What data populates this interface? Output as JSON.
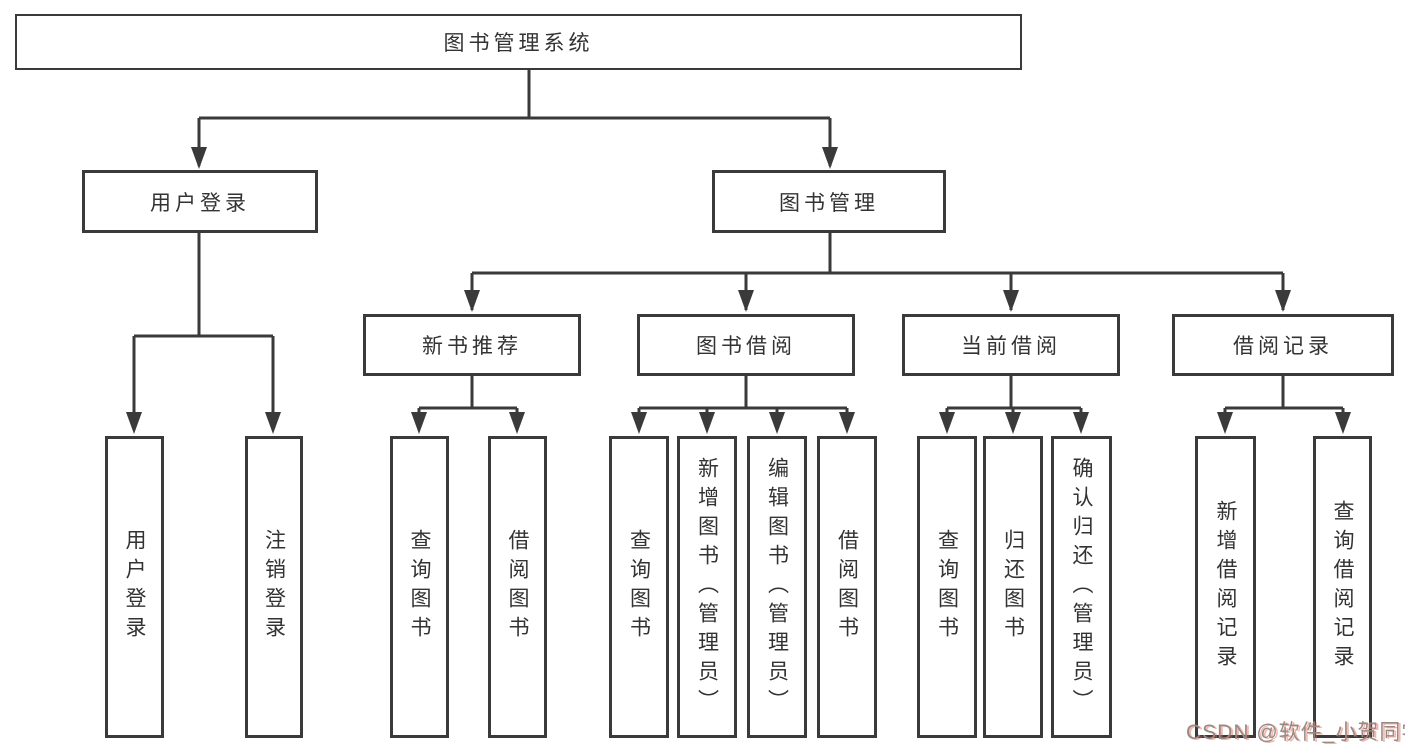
{
  "tree": {
    "root": {
      "label": "图书管理系统"
    },
    "branches": [
      {
        "label": "用户登录",
        "children": [
          {
            "label": "用户登录"
          },
          {
            "label": "注销登录"
          }
        ]
      },
      {
        "label": "图书管理",
        "children": [
          {
            "label": "新书推荐",
            "children": [
              {
                "label": "查询图书"
              },
              {
                "label": "借阅图书"
              }
            ]
          },
          {
            "label": "图书借阅",
            "children": [
              {
                "label": "查询图书"
              },
              {
                "label": "新增图书（管理员）"
              },
              {
                "label": "编辑图书（管理员）"
              },
              {
                "label": "借阅图书"
              }
            ]
          },
          {
            "label": "当前借阅",
            "children": [
              {
                "label": "查询图书"
              },
              {
                "label": "归还图书"
              },
              {
                "label": "确认归还（管理员）"
              }
            ]
          },
          {
            "label": "借阅记录",
            "children": [
              {
                "label": "新增借阅记录"
              },
              {
                "label": "查询借阅记录"
              }
            ]
          }
        ]
      }
    ]
  },
  "watermark": {
    "text": "CSDN @软件_小贺同学"
  },
  "colors": {
    "line": "#3a3a3a",
    "text": "#333333",
    "background": "#ffffff",
    "watermark_gray": "#8d8d8d",
    "watermark_red": "#fc5531"
  }
}
